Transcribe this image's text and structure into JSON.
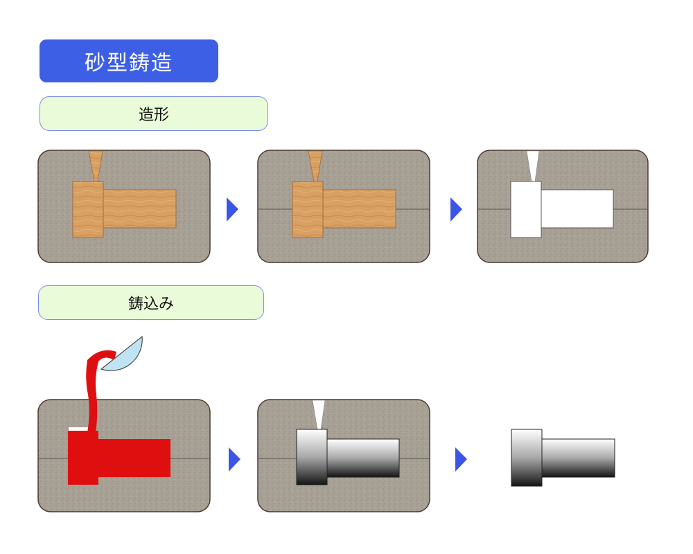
{
  "title": "砂型鋳造",
  "sections": {
    "molding": {
      "label": "造形"
    },
    "pouring": {
      "label": "鋳込み"
    }
  },
  "colors": {
    "title_bg": "#3c5fe6",
    "label_bg": "#e9fbd9",
    "sand": "#a7a095",
    "wood": "#d9a063",
    "molten_metal": "#e00f0f",
    "ladle": "#bfe3f3",
    "arrow": "#3b55e6"
  },
  "icons": [
    "arrow-right-icon"
  ]
}
